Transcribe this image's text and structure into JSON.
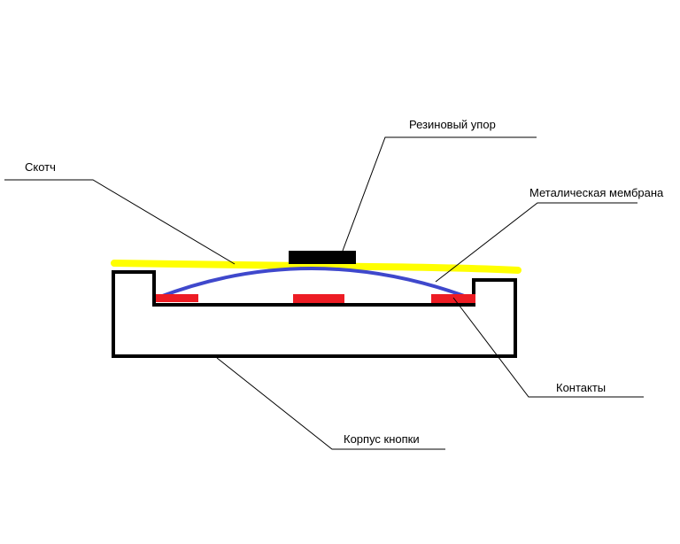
{
  "labels": {
    "rubber_stop": "Резиновый упор",
    "tape": "Скотч",
    "metal_membrane": "Металическая мембрана",
    "contacts": "Контакты",
    "button_body": "Корпус кнопки"
  },
  "colors": {
    "background": "#ffffff",
    "outline": "#000000",
    "tape": "#ffff00",
    "membrane": "#3f48cc",
    "contact": "#ed1c24",
    "leader": "#000000"
  }
}
